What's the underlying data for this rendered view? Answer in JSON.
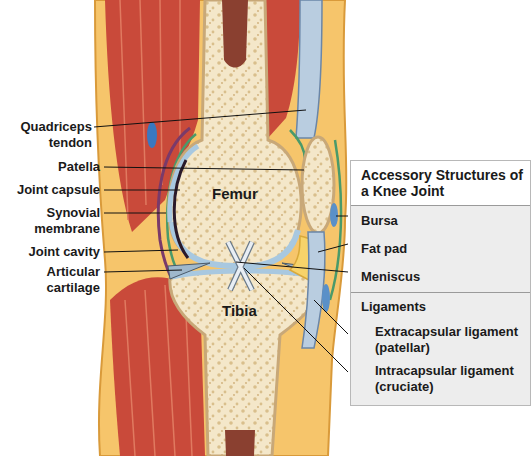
{
  "diagram": {
    "nodes": [
      {
        "text": [
          "Accessory Structures of a Knee Joint",
          "Bursa",
          "Fat pad",
          "Meniscus",
          "Ligaments",
          "Extracapsular ligament (patellar)",
          "Intracapsular ligament (cruciate)"
        ]
      }
    ],
    "labels": [
      "Quadriceps tendon",
      "Patella",
      "Joint capsule",
      "Synovial membrane",
      "Joint cavity",
      "Articular cartilage",
      "Femur",
      "Tibia"
    ]
  }
}
